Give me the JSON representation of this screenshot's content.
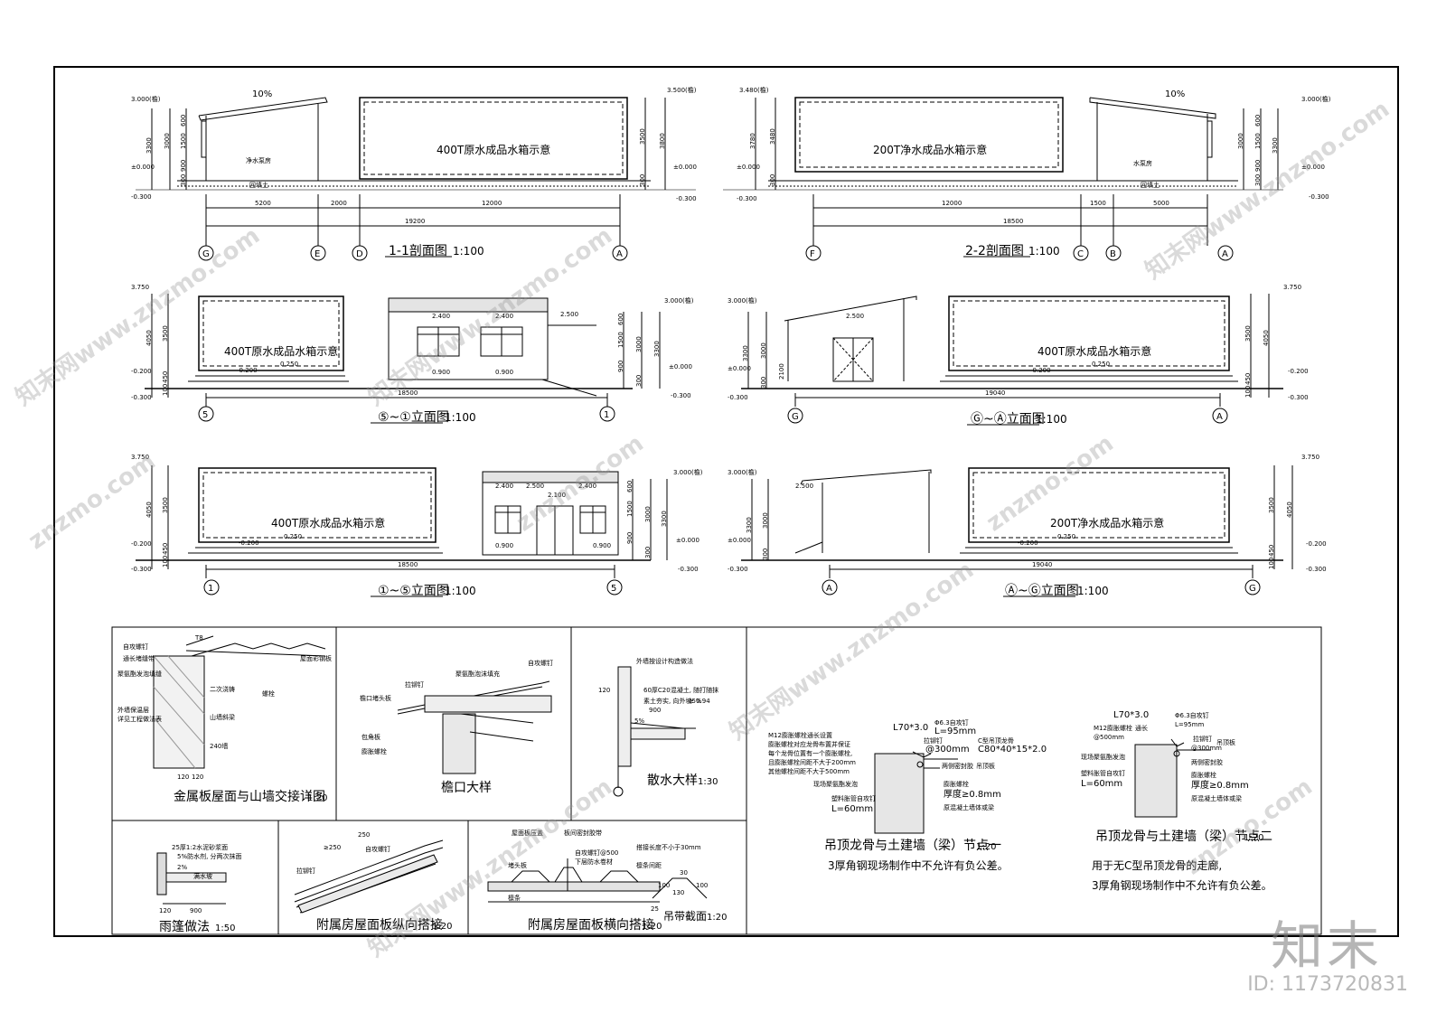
{
  "sections": {
    "s11": {
      "title": "1-1剖面图",
      "scale": "1:100",
      "tank_label": "400T原水成品水箱示意",
      "room_label": "净水泵房",
      "fill_label": "回填土",
      "slope": "10%",
      "levels": {
        "left_top": "3.000(檐)",
        "right_top": "3.500(檐)",
        "zero_l": "±0.000",
        "zero_r": "±0.000",
        "base_l": "-0.300",
        "base_r": "-0.300"
      },
      "vdims_left": [
        "600",
        "1500",
        "900",
        "300",
        "3300",
        "3000"
      ],
      "vdims_right": [
        "3500",
        "3800",
        "300"
      ],
      "hdims": [
        "5200",
        "2000",
        "12000"
      ],
      "total": "19200",
      "axes": [
        "G",
        "E",
        "D",
        "A"
      ]
    },
    "s22": {
      "title": "2-2剖面图",
      "scale": "1:100",
      "tank_label": "200T净水成品水箱示意",
      "room_label": "水泵房",
      "fill_label": "回填土",
      "slope": "10%",
      "levels": {
        "left_top": "3.480(檐)",
        "right_top": "3.000(檐)",
        "zero_l": "±0.000",
        "zero_r": "±0.000",
        "base_l": "-0.300",
        "base_r": "-0.300"
      },
      "vdims_left": [
        "3780",
        "3480",
        "300"
      ],
      "vdims_right": [
        "600",
        "1500",
        "900",
        "300",
        "3000",
        "3300"
      ],
      "hdims": [
        "12000",
        "1500",
        "5000"
      ],
      "total": "18500",
      "axes": [
        "F",
        "C",
        "B",
        "A"
      ]
    },
    "e51": {
      "title": "⑤~①立面图",
      "scale": "1:100",
      "tank_label": "400T原水成品水箱示意",
      "levels": {
        "tl": "3.750",
        "tr": "3.000(檐)",
        "l1": "-0.200",
        "l2": "-0.300",
        "r0": "±0.000",
        "r1": "-0.300",
        "roof": "2.500",
        "win1": "2.400",
        "win2": "2.400",
        "sill1": "0.900",
        "sill2": "0.900",
        "tank_a": "-0.200",
        "tank_b": "0.250"
      },
      "vdims_left": [
        "4050",
        "3500",
        "100",
        "450"
      ],
      "vdims_right": [
        "600",
        "1500",
        "900",
        "300",
        "3000",
        "3300"
      ],
      "total": "18500",
      "axes": [
        "5",
        "1"
      ]
    },
    "eGA": {
      "title": "Ⓖ~Ⓐ立面图",
      "scale": "1:100",
      "tank_label": "400T原水成品水箱示意",
      "levels": {
        "tl": "3.000(檐)",
        "tr": "3.750",
        "l0": "±0.000",
        "l1": "-0.300",
        "r1": "-0.200",
        "r2": "-0.300",
        "door": "2.500",
        "tank_a": "-0.200",
        "tank_b": "0.250"
      },
      "vdims_left": [
        "3300",
        "3000",
        "2100",
        "300"
      ],
      "vdims_right": [
        "3500",
        "4050",
        "100",
        "450"
      ],
      "total": "19040",
      "axes": [
        "G",
        "A"
      ]
    },
    "e15": {
      "title": "①~⑤立面图",
      "scale": "1:100",
      "tank_label": "400T原水成品水箱示意",
      "levels": {
        "tl": "3.750",
        "tr": "3.000(檐)",
        "l1": "-0.200",
        "l2": "-0.300",
        "r0": "±0.000",
        "r1": "-0.300",
        "w1": "2.400",
        "w2": "2.500",
        "w3": "2.100",
        "w4": "2.400",
        "s1": "0.900",
        "s2": "0.900",
        "tank_a": "-0.200",
        "tank_b": "0.250"
      },
      "vdims_left": [
        "4050",
        "3500",
        "100",
        "450"
      ],
      "vdims_right": [
        "600",
        "1500",
        "900",
        "300",
        "3000",
        "3300"
      ],
      "total": "18500",
      "axes": [
        "1",
        "5"
      ]
    },
    "eAG": {
      "title": "Ⓐ~Ⓖ立面图",
      "scale": "1:100",
      "tank_label": "200T净水成品水箱示意",
      "levels": {
        "tl": "3.000(檐)",
        "tr": "3.750",
        "l0": "±0.000",
        "l1": "-0.300",
        "r1": "-0.200",
        "r2": "-0.300",
        "canopy": "2.500",
        "tank_a": "-0.200",
        "tank_b": "0.250"
      },
      "vdims_left": [
        "3300",
        "3000",
        "300"
      ],
      "vdims_right": [
        "3500",
        "4050",
        "100",
        "450"
      ],
      "total": "19040",
      "axes": [
        "A",
        "G"
      ]
    }
  },
  "details": {
    "d1": {
      "title": "金属板屋面与山墙交接详图",
      "scale": "1:20",
      "dims": [
        "120",
        "120"
      ],
      "tag": "T8",
      "notes": [
        "自攻螺钉",
        "通长堵缝带",
        "屋面彩钢板",
        "聚氨酯发泡填缝",
        "二次浇铸",
        "螺栓",
        "外墙保温层",
        "详见工程做法表",
        "山墙斜梁",
        "240墙"
      ]
    },
    "d2": {
      "title": "檐口大样",
      "notes": [
        "自攻螺钉",
        "聚氨酯泡沫填充",
        "拉铆钉",
        "檐口堵头板",
        "包角板",
        "膨胀螺栓"
      ]
    },
    "d3": {
      "title": "散水大样",
      "scale": "1:30",
      "dims": [
        "120",
        "900",
        "5%"
      ],
      "notes": [
        "外墙按设计构造做法",
        "60厚C20混凝土, 随打随抹",
        "素土夯实, 向外坡5%",
        "≥ 0.94"
      ]
    },
    "d4": {
      "title": "吊顶龙骨与土建墙（梁）节点一",
      "scale": "1:20",
      "note": "3厚角钢现场制作中不允许有负公差。",
      "labels": [
        "M12膨胀螺栓通长设置",
        "膨胀螺栓对应龙骨布置并保证",
        "每个龙骨位置有一个膨胀螺栓,",
        "且膨胀螺栓间距不大于200mm",
        "其他螺栓间距不大于500mm",
        "L70*3.0",
        "Φ6.3自攻钉",
        "L=95mm",
        "拉铆钉",
        "@300mm",
        "C型吊顶龙骨",
        "C80*40*15*2.0",
        "两侧密封胶",
        "吊顶板",
        "现场聚氨酯发泡",
        "膨胀螺栓",
        "厚度≥0.8mm",
        "塑料胀管自攻钉",
        "L=60mm",
        "原混凝土墙体或梁"
      ]
    },
    "d5": {
      "title": "吊顶龙骨与土建墙（梁）节点二",
      "scale": "1:20",
      "note1": "用于无C型吊顶龙骨的走廊,",
      "note2": "3厚角钢现场制作中不允许有负公差。",
      "labels": [
        "L70*3.0",
        "Φ6.3自攻钉",
        "M12膨胀螺栓",
        "@500mm",
        "L=95mm",
        "通长",
        "拉铆钉",
        "@300mm",
        "吊顶板",
        "现场聚氨酯发泡",
        "两侧密封胶",
        "塑料胀管自攻钉",
        "L=60mm",
        "膨胀螺栓",
        "厚度≥0.8mm",
        "原混凝土墙体或梁"
      ]
    },
    "d6": {
      "title": "雨篷做法",
      "scale": "1:50",
      "dims": [
        "120",
        "900"
      ],
      "notes": [
        "25厚1:2水泥砂浆面",
        "5%防水剂, 分两次抹面",
        "2%",
        "满水坡"
      ]
    },
    "d7": {
      "title": "附属房屋面板纵向搭接",
      "scale": "1:20",
      "dims": [
        "≥250",
        "250"
      ],
      "notes": [
        "自攻螺钉",
        "拉铆钉"
      ]
    },
    "d8": {
      "title": "附属房屋面板横向搭接",
      "scale": "1:20",
      "notes": [
        "屋面板压盖",
        "板间密封胶带",
        "自攻螺钉@500",
        "下层防水卷材",
        "搭接长度不小于30mm",
        "堵头板",
        "檩条",
        "檩条间距"
      ]
    },
    "d9": {
      "title": "吊带截面",
      "scale": "1:20",
      "dims": [
        "25",
        "100",
        "30",
        "130",
        "100"
      ]
    }
  },
  "watermark": {
    "site": "znzmo.com",
    "cn": "知末网www.znzmo.com",
    "brand": "知末",
    "id": "ID: 1173720831"
  }
}
